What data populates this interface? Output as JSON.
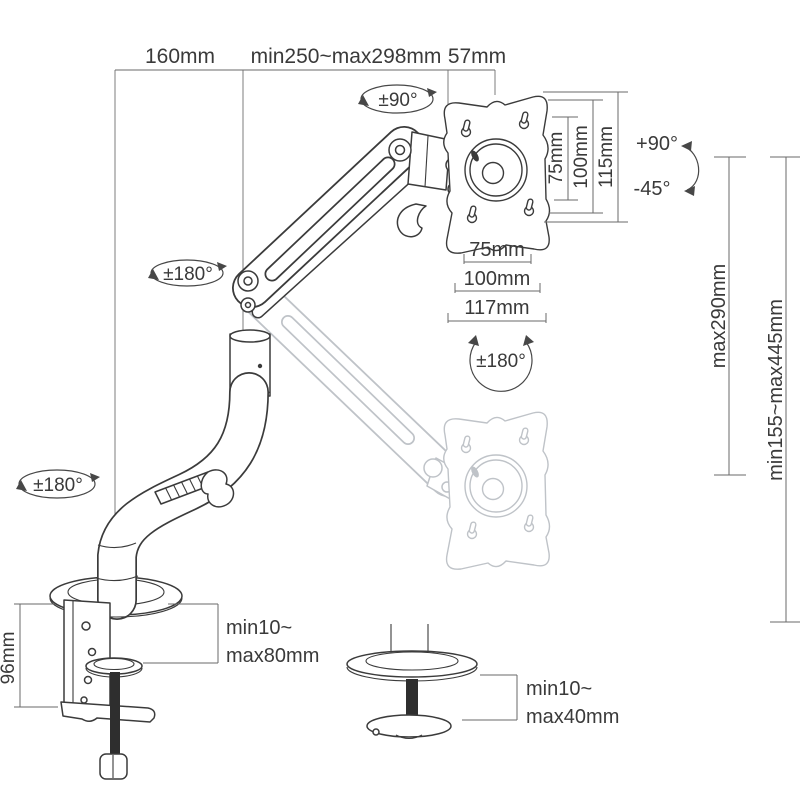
{
  "diagram_title": "gas-spring-monitor-desk-mount-dimension-diagram",
  "dims": {
    "top": {
      "left": "160mm",
      "middle": "min250~max298mm",
      "right": "57mm"
    },
    "vesa_vertical": {
      "inner": "75mm",
      "middle": "100mm",
      "outer": "115mm"
    },
    "vesa_horizontal": {
      "inner": "75mm",
      "middle": "100mm",
      "outer": "117mm"
    },
    "height": {
      "upper": "max290mm",
      "full": "min155~max445mm"
    },
    "clamp": {
      "bracket": "96mm",
      "desk_line1": "min10~",
      "desk_line2": "max80mm"
    },
    "grommet": {
      "line1": "min10~",
      "line2": "max40mm"
    }
  },
  "rotation": {
    "head_swivel": "±90°",
    "arm_swivel": "±180°",
    "base_swivel": "±180°",
    "vesa_rotation": "±180°",
    "tilt_up": "+90°",
    "tilt_down": "-45°"
  },
  "colors": {
    "line": "#3b3b3b",
    "ghost": "#bfc3c8",
    "dim_line": "#6a6a6a",
    "text": "#3a3a3a",
    "screw": "#2e2e2e",
    "background": "#ffffff"
  }
}
